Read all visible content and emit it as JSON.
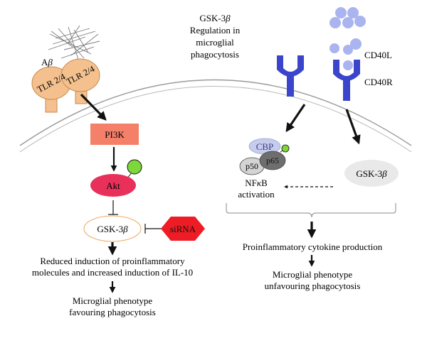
{
  "header": {
    "line1_prefix": "GSK-3",
    "line1_beta": "β",
    "line2": "Regulation in",
    "line3": "microglial",
    "line4": "phagocytosis"
  },
  "left_pathway": {
    "abeta_prefix": "A",
    "abeta_beta": "β",
    "tlr_left": "TLR 2/4",
    "tlr_right": "TLR 2/4",
    "pi3k": "PI3K",
    "akt": "Akt",
    "gsk_prefix": "GSK-3",
    "gsk_beta": "β",
    "sirna": "siRNA",
    "outcome1_line1": "Reduced induction of proinflammatory",
    "outcome1_line2": "molecules and increased induction of IL-10",
    "outcome2_line1": "Microglial phenotype",
    "outcome2_line2": "favouring phagocytosis"
  },
  "right_pathway": {
    "cd40l": "CD40L",
    "cd40r": "CD40R",
    "cbp": "CBP",
    "p50": "p50",
    "p65": "p65",
    "nfkb_prefix": "NF",
    "nfkb_kappa": "κ",
    "nfkb_suffix": "B",
    "nfkb_line2": "activation",
    "gsk_prefix": "GSK-3",
    "gsk_beta": "β",
    "outcome1": "Proinflammatory cytokine production",
    "outcome2_line1": "Microglial phenotype",
    "outcome2_line2": "unfavouring phagocytosis"
  },
  "colors": {
    "tlr_fill": "#f3c08e",
    "tlr_stroke": "#c98a4c",
    "pi3k_fill": "#f4806a",
    "akt_fill": "#e8305a",
    "phospho_fill": "#7dd63a",
    "gsk_left_stroke": "#f0a35a",
    "sirna_fill": "#ee1c24",
    "receptor_blue": "#3a45cc",
    "ligand_blue": "#aab4ee",
    "cbp_fill": "#c6ccec",
    "p50_fill": "#d4d4d4",
    "p65_fill": "#6e6e6e",
    "gsk_right_fill": "#e9e9e9"
  }
}
